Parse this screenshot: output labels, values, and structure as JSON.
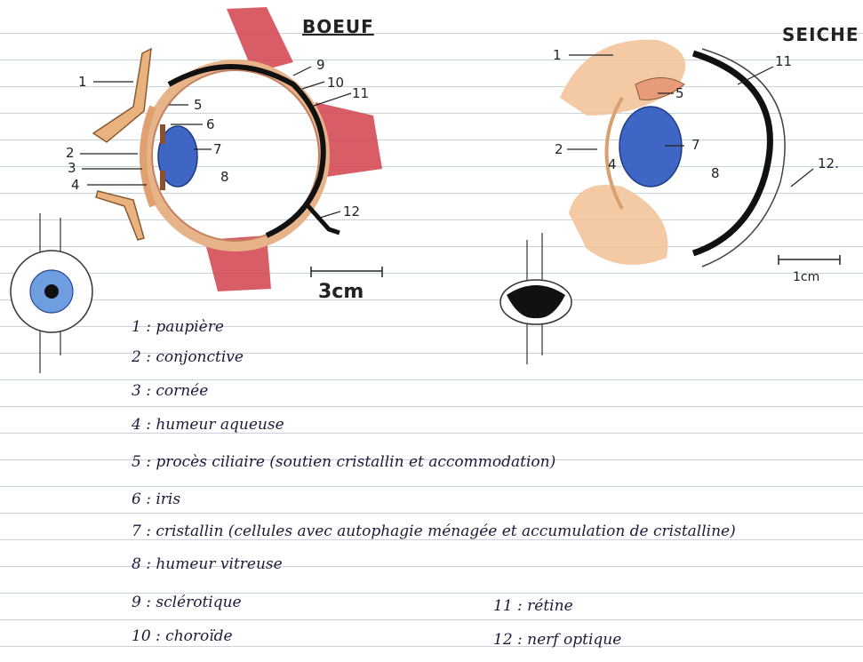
{
  "titles": {
    "boeuf": "BOEUF",
    "seiche": "SEICHE"
  },
  "boeuf_labels": [
    "1",
    "2",
    "3",
    "4",
    "5",
    "6",
    "7",
    "8",
    "9",
    "10",
    "11",
    "12"
  ],
  "seiche_labels": [
    "1",
    "2",
    "4",
    "5",
    "7",
    "8",
    "11",
    "12."
  ],
  "scales": {
    "boeuf": "3cm",
    "seiche": "1cm"
  },
  "legend": [
    "1 : paupière",
    "2 : conjonctive",
    "3 : cornée",
    "4 : humeur aqueuse",
    "5 : procès ciliaire (soutien cristallin et accommodation)",
    "6 : iris",
    "7 : cristallin (cellules avec autophagie ménagée et accumulation de cristalline)",
    "8 : humeur vitreuse",
    "9 : sclérotique",
    "10 : choroïde",
    "11 : rétine",
    "12 : nerf optique"
  ],
  "colors": {
    "muscle": "#d2414b",
    "sclera": "#e7b48a",
    "retina": "#111111",
    "lens": "#3f66c4",
    "eyelid": "#f0b27a"
  }
}
